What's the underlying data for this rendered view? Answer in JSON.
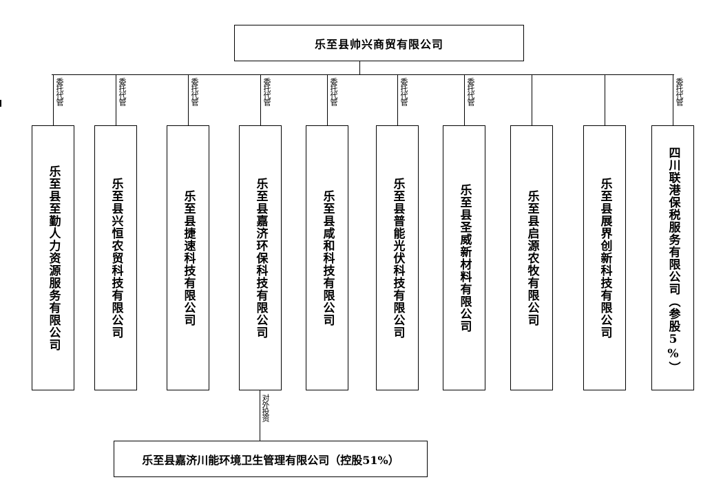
{
  "parent": {
    "name": "乐至县帅兴商贸有限公司"
  },
  "relation_label": "委托代管",
  "subsidiaries": [
    {
      "name": "乐至县至勤人力资源服务有限公司",
      "labeled": true
    },
    {
      "name": "乐至县兴恒农贸科技有限公司",
      "labeled": true
    },
    {
      "name": "乐至县捷速科技有限公司",
      "labeled": true
    },
    {
      "name": "乐至县嘉济环保科技有限公司",
      "labeled": true
    },
    {
      "name": "乐至县咸和科技有限公司",
      "labeled": true
    },
    {
      "name": "乐至县普能光伏科技有限公司",
      "labeled": true
    },
    {
      "name": "乐至县圣威新材料有限公司",
      "labeled": true
    },
    {
      "name": "乐至县启源农牧有限公司",
      "labeled": false
    },
    {
      "name": "乐至县展界创新科技有限公司",
      "labeled": false
    },
    {
      "name": "四川联港保税服务有限公司（参股5%）",
      "labeled": true
    }
  ],
  "investment": {
    "label": "对外投资",
    "name": "乐至县嘉济川能环境卫生管理有限公司（控股51%）"
  }
}
